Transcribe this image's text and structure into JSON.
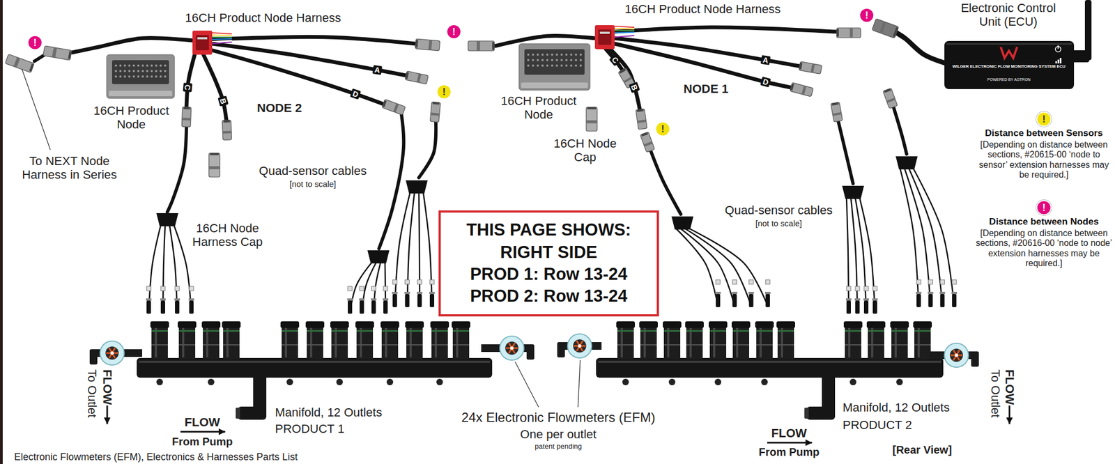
{
  "diagram": {
    "nodes": [
      {
        "text": [
          "THIS PAGE SHOWS:",
          "RIGHT SIDE",
          "PROD 1: Row 13-24",
          "PROD 2: Row 13-24"
        ]
      }
    ],
    "labels": [
      "16CH Product Node Harness",
      "16CH Product Node Harness",
      "Electronic Control Unit (ECU)",
      "!",
      "!",
      "!",
      "!",
      "!",
      "16CH Product Node",
      "To NEXT Node Harness in Series",
      "NODE 2",
      "A",
      "B",
      "C",
      "D",
      "16CH Product Node",
      "NODE 1",
      "A",
      "B",
      "C",
      "D",
      "16CH Node Cap",
      "16CH Node Harness Cap",
      "Quad-sensor cables",
      "[not to scale]",
      "Quad-sensor cables",
      "[not to scale]",
      "Manifold, 12 Outlets",
      "PRODUCT 1",
      "Manifold, 12 Outlets",
      "PRODUCT 2",
      "24x Electronic Flowmeters (EFM)",
      "One per outlet",
      "patent pending",
      "FLOW",
      "To Outlet",
      "FLOW",
      "From Pump",
      "FLOW",
      "To Outlet",
      "FLOW",
      "From Pump",
      "[Rear View]",
      "Electronic Flowmeters (EFM), Electronics & Harnesses Parts List",
      "WILGER ELECTRONIC FLOW MONITORING SYSTEM ECU",
      "POWERED BY AGTRON",
      "!",
      "[Depending on distance between sections, #20615-00 ‘node to sensor’ extension harnesses may be required.]",
      "!",
      "[Depending on distance between sections, #20616-00 ‘node to node’ extension harnesses may be required.]"
    ],
    "legend": [
      {
        "text": "Distance between Sensors",
        "color": "#f2e20c"
      },
      {
        "text": "Distance between Nodes",
        "color": "#e3097e"
      }
    ]
  }
}
